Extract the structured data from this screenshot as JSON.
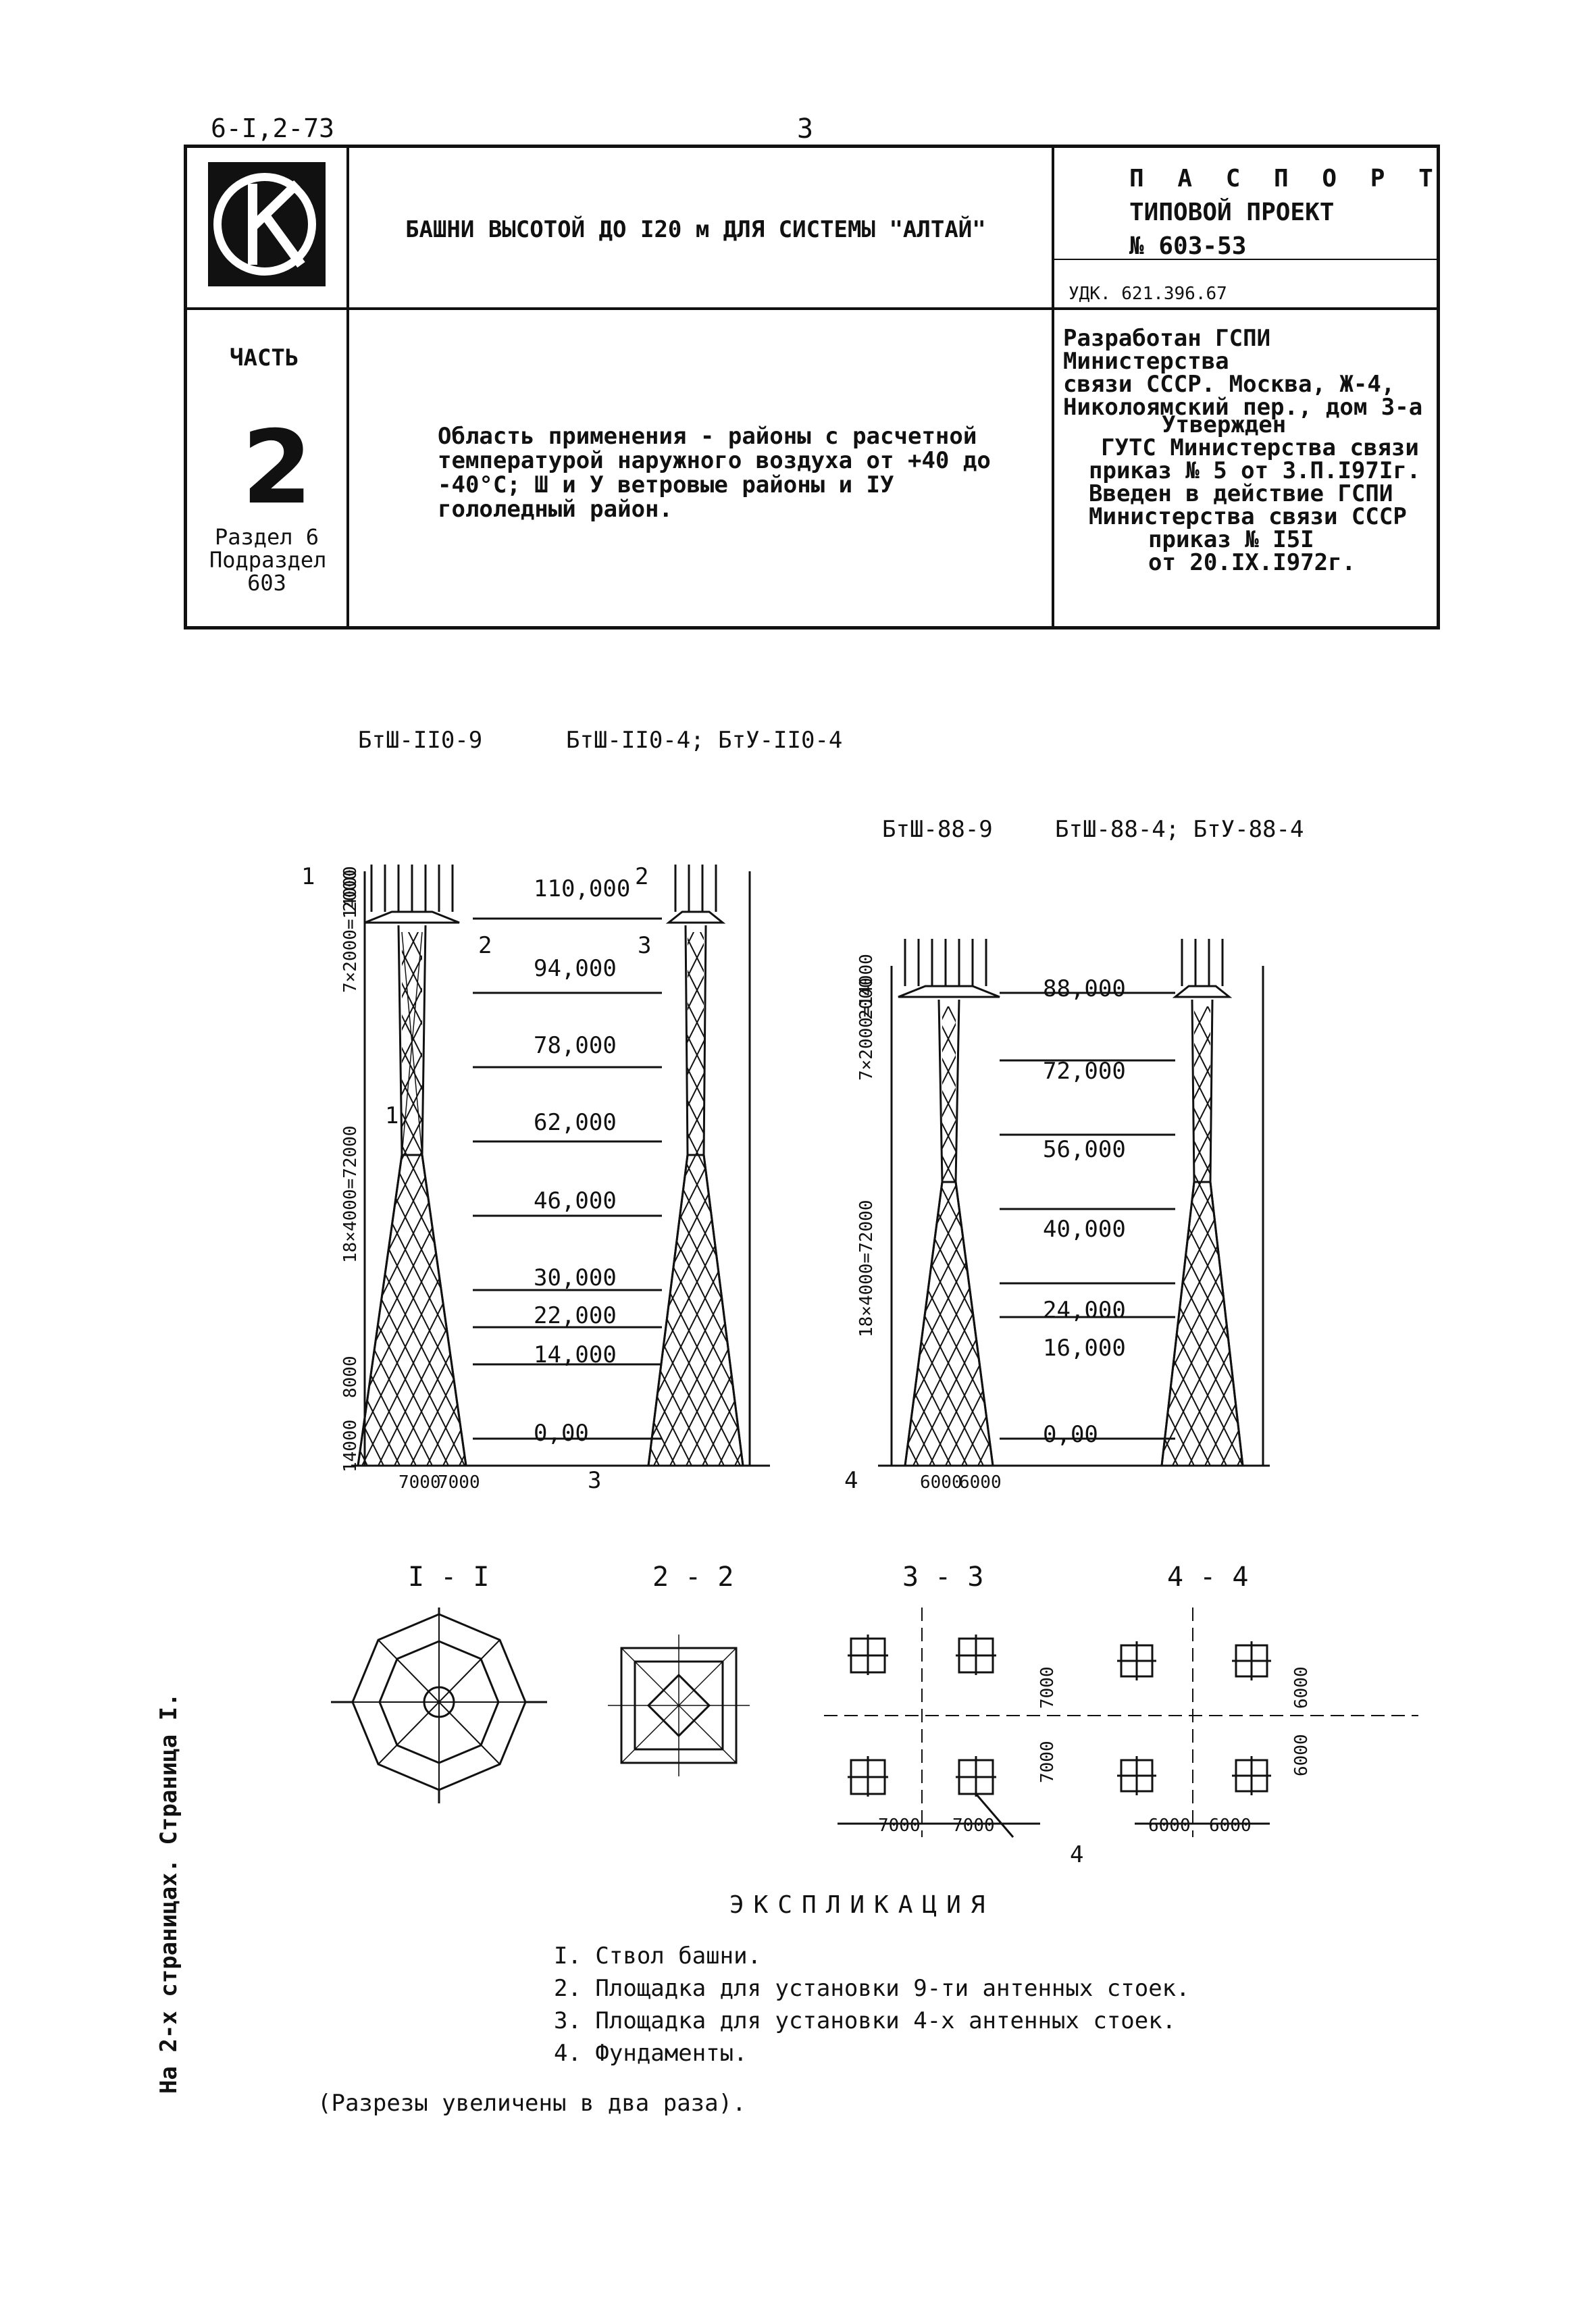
{
  "header": {
    "code": "6-I,2-73",
    "page": "3"
  },
  "title_block": {
    "logo_letters": "СК",
    "title": "БАШНИ ВЫСОТОЙ ДО I20 м ДЛЯ СИСТЕМЫ \"АЛТАЙ\"",
    "passport_lines": [
      "П А С П О Р Т",
      "ТИПОВОЙ ПРОЕКТ",
      "№ 603-53"
    ],
    "udk": "УДК. 621.396.67",
    "part_label": "ЧАСТЬ",
    "part_number": "2",
    "section_lines": [
      "Раздел 6",
      "Подраздел",
      "603"
    ],
    "scope_lines": [
      "Область применения - районы с расчетной",
      "температурой наружного воздуха от +40 до",
      "-40°C; Ш и У ветровые районы и IУ",
      "гололедный район."
    ],
    "developer_lines": [
      "Разработан ГСПИ Министерства",
      "связи СССР. Москва, Ж-4,",
      "Николоямский пер., дом 3-а"
    ],
    "approval_lines": [
      "Утвержден",
      "ГУТС Министерства связи",
      "приказ № 5 от 3.П.I97Iг.",
      "Введен в действие ГСПИ",
      "Министерства связи СССР",
      "приказ № I5I",
      "от 20.IX.I972г."
    ]
  },
  "drawings": {
    "towers_110_left_label": "БтШ-II0-9",
    "towers_110_right_label": "БтШ-II0-4; БтУ-II0-4",
    "towers_88_left_label": "БтШ-88-9",
    "towers_88_right_label": "БтШ-88-4; БтУ-88-4",
    "elev_110": [
      "110,000",
      "94,000",
      "78,000",
      "62,000",
      "46,000",
      "30,000",
      "22,000",
      "14,000",
      "0,00"
    ],
    "elev_88": [
      "88,000",
      "72,000",
      "56,000",
      "40,000",
      "24,000",
      "16,000",
      "0,00"
    ],
    "dim_110": [
      "2000",
      "7×2000=14000",
      "18×4000=72000",
      "8000",
      "14000"
    ],
    "dim_88": [
      "2000",
      "7×2000=14000",
      "18×4000=72000"
    ],
    "base_110": [
      "7000",
      "7000"
    ],
    "base_88": [
      "6000",
      "6000"
    ],
    "section_marks": [
      "1",
      "2",
      "3",
      "4"
    ],
    "callouts": [
      "1",
      "2",
      "3"
    ],
    "section_titles": [
      "I - I",
      "2 - 2",
      "3 - 3",
      "4 - 4"
    ],
    "foundation_dims_h": [
      "7000",
      "7000",
      "6000",
      "6000"
    ],
    "foundation_dims_v": [
      "7000",
      "7000",
      "6000",
      "6000"
    ],
    "foundation_callout": "4"
  },
  "explication": {
    "title": "ЭКСПЛИКАЦИЯ",
    "items": [
      "I.  Ствол башни.",
      "2.  Площадка для установки 9-ти антенных стоек.",
      "3.  Площадка для установки 4-х антенных стоек.",
      "4.  Фундаменты."
    ],
    "note": "(Разрезы увеличены в два раза)."
  },
  "side_note": "На 2-х страницах. Страница I."
}
